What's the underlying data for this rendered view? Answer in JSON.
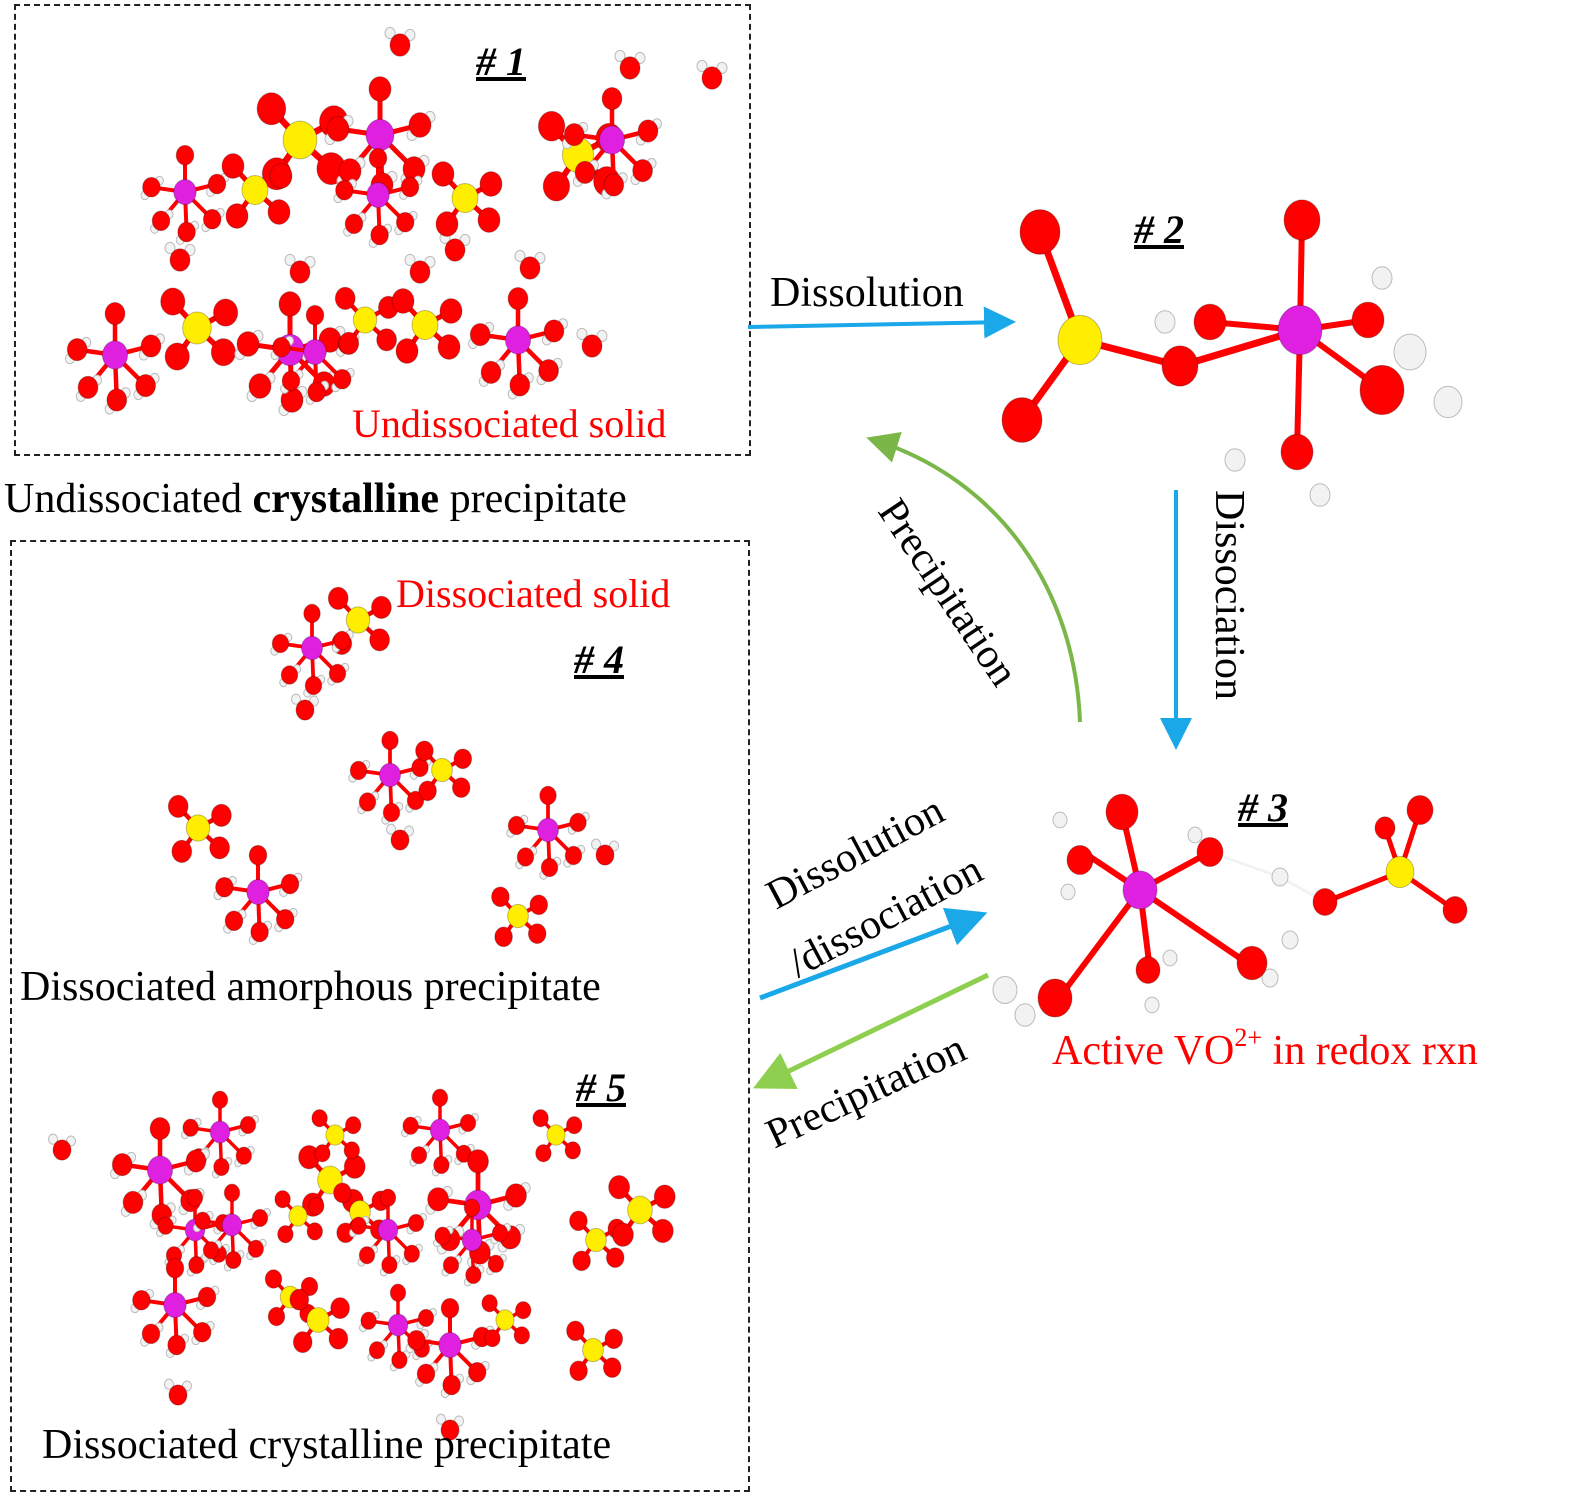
{
  "colors": {
    "oxygen": "#ff0000",
    "sulfur": "#ffee00",
    "vanadium": "#e020e0",
    "hydrogen": "#f2f2f2",
    "dissolution_arrow": "#1aa8e8",
    "precipitation_arrow": "#7ab648",
    "precipitation_arrow_light": "#8fcf4f",
    "highlight_text": "#ff0000"
  },
  "panels": {
    "p1": {
      "number": "# 1",
      "inner_label": "Undissociated solid",
      "caption_pre": "Undissociated ",
      "caption_bold": "crystalline",
      "caption_post": " precipitate"
    },
    "p2": {
      "number": "# 2"
    },
    "p3": {
      "number": "# 3",
      "label_pre": "Active VO",
      "label_sup": "2+",
      "label_post": " in redox rxn"
    },
    "p4": {
      "number": "# 4",
      "inner_label": "Dissociated solid",
      "caption": "Dissociated amorphous precipitate"
    },
    "p5": {
      "number": "# 5",
      "caption": "Dissociated crystalline precipitate"
    }
  },
  "arrows": {
    "dissolution": "Dissolution",
    "dissociation": "Dissociation",
    "precipitation_curved": "Precipitation",
    "dissolution_dissociation_line1": "Dissolution",
    "dissolution_dissociation_line2": "/dissociation",
    "precipitation_lower": "Precipitation"
  }
}
